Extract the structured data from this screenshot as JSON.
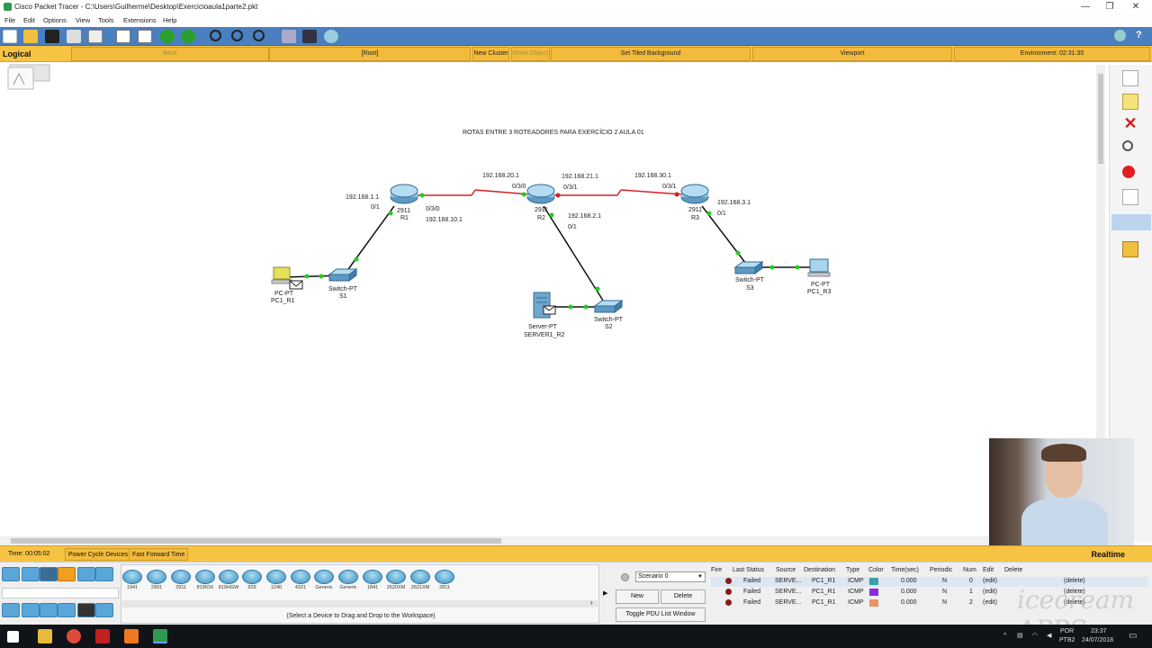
{
  "window": {
    "title": "Cisco Packet Tracer - C:\\Users\\Guilherme\\Desktop\\Exercicioaula1parte2.pkt"
  },
  "menu": [
    "File",
    "Edit",
    "Options",
    "View",
    "Tools",
    "Extensions",
    "Help"
  ],
  "logical_bar": {
    "mode": "Logical",
    "back": "Back",
    "root": "[Root]",
    "new_cluster": "New Cluster",
    "move_object": "Move Object",
    "set_tiled_background": "Set Tiled Background",
    "viewport": "Viewport",
    "environment": "Environment: 02:31:30"
  },
  "topology": {
    "note": "ROTAS ENTRE 3 ROTEADORES PARA EXERCÍCIO 2 AULA 01",
    "devices": {
      "r1": {
        "model": "2911",
        "name": "R1"
      },
      "r2": {
        "model": "2911",
        "name": "R2"
      },
      "r3": {
        "model": "2911",
        "name": "R3"
      },
      "s1": {
        "model": "Switch-PT",
        "name": "S1"
      },
      "s2": {
        "model": "Switch-PT",
        "name": "S2"
      },
      "s3": {
        "model": "Switch-PT",
        "name": "S3"
      },
      "pc1": {
        "model": "PC-PT",
        "name": "PC1_R1"
      },
      "pc3": {
        "model": "PC-PT",
        "name": "PC1_R3"
      },
      "server": {
        "model": "Server-PT",
        "name": "SERVER1_R2"
      }
    },
    "labels": {
      "r1_ip_lan": "192.168.1.1",
      "r1_if_lan": "0/1",
      "r1_if_wan": "0/3/0",
      "r1_ip_wan": "192.168.10.1",
      "r2_ip_w1": "192.168.20.1",
      "r2_if_w1": "0/3/0",
      "r2_ip_w2": "192.168.21.1",
      "r2_if_w2": "0/3/1",
      "r2_ip_lan": "192.168.2.1",
      "r2_if_lan": "0/1",
      "r3_ip_wan": "192.168.30.1",
      "r3_if_wan": "0/3/1",
      "r3_ip_lan": "192.168.3.1",
      "r3_if_lan": "0/1"
    }
  },
  "statusbar": {
    "time": "Time: 00:05:02",
    "power_cycle": "Power Cycle Devices",
    "fast_forward": "Fast Forward Time",
    "mode": "Realtime"
  },
  "device_panel": {
    "items": [
      "1941",
      "2901",
      "2911",
      "819IOX",
      "819HGW",
      "829",
      "1240",
      "4321",
      "Generic",
      "Generic",
      "1841",
      "2620XM",
      "2621XM",
      "2811"
    ],
    "hint": "(Select a Device to Drag and Drop to the Workspace)"
  },
  "scenario": {
    "selected": "Scenario 0",
    "new": "New",
    "delete": "Delete",
    "toggle": "Toggle PDU List Window"
  },
  "pdu_list": {
    "headers": [
      "Fire",
      "Last Status",
      "Source",
      "Destination",
      "Type",
      "Color",
      "Time(sec)",
      "Periodic",
      "Num",
      "Edit",
      "Delete"
    ],
    "rows": [
      {
        "status": "Failed",
        "source": "SERVE...",
        "destination": "PC1_R1",
        "type": "ICMP",
        "color": "#3aa0a8",
        "time": "0.000",
        "periodic": "N",
        "num": "0",
        "edit": "(edit)",
        "delete": "(delete)"
      },
      {
        "status": "Failed",
        "source": "SERVE...",
        "destination": "PC1_R1",
        "type": "ICMP",
        "color": "#8a2be2",
        "time": "0.000",
        "periodic": "N",
        "num": "1",
        "edit": "(edit)",
        "delete": "(delete)"
      },
      {
        "status": "Failed",
        "source": "SERVE...",
        "destination": "PC1_R1",
        "type": "ICMP",
        "color": "#f0906a",
        "time": "0.000",
        "periodic": "N",
        "num": "2",
        "edit": "(edit)",
        "delete": "(delete)"
      }
    ]
  },
  "taskbar": {
    "lang": "POR",
    "layout": "PTB2",
    "clock": "23:37",
    "date": "24/07/2018"
  },
  "watermark": "icecream APPS",
  "colors": {
    "toolbar": "#4a7fc0",
    "yellow_bar": "#f6c343",
    "serial_link": "#d42020",
    "link_up": "#22cc22"
  }
}
